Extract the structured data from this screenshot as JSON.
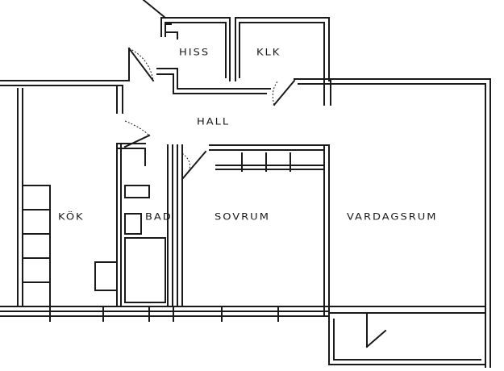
{
  "floor_plan": {
    "rooms": {
      "hiss": "HISS",
      "klk": "KLK",
      "hall": "HALL",
      "kok": "KÖK",
      "bad": "BAD",
      "sovrum": "SOVRUM",
      "vardagsrum": "VARDAGSRUM"
    }
  }
}
